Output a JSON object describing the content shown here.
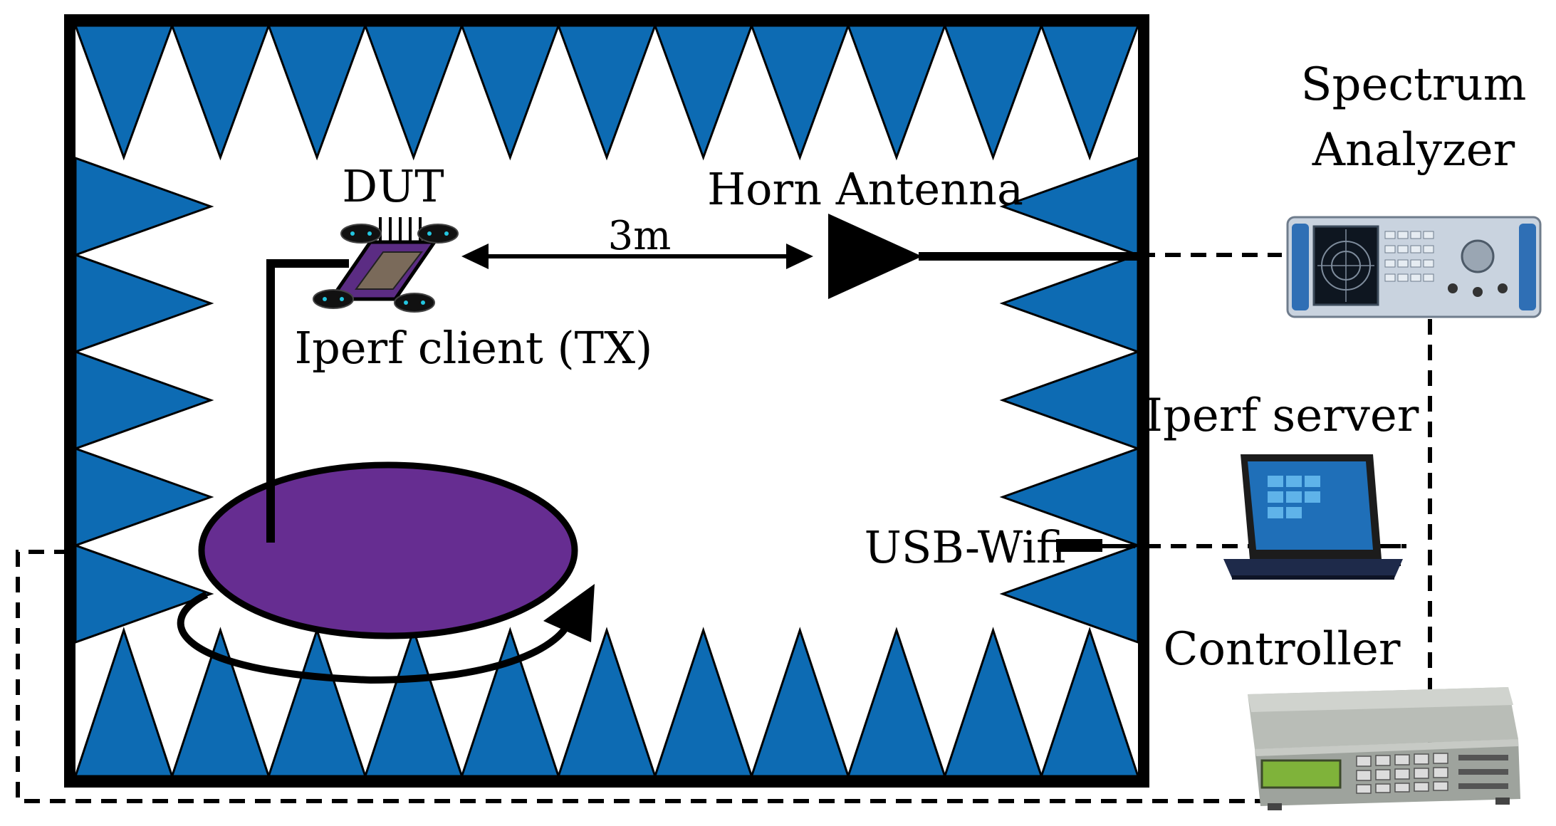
{
  "labels": {
    "spectrum_line1": "Spectrum",
    "spectrum_line2": "Analyzer",
    "dut": "DUT",
    "horn_antenna": "Horn Antenna",
    "distance": "3m",
    "iperf_client": "Iperf client (TX)",
    "iperf_server": "Iperf server",
    "usb_wifi": "USB-Wifi",
    "controller": "Controller"
  },
  "colors": {
    "absorber": "#0D6BB3",
    "turntable": "#662D91",
    "dut_body": "#5B2C83",
    "line": "#000000"
  },
  "icons": {
    "spectrum_analyzer": "spectrum-analyzer-icon",
    "laptop": "laptop-icon",
    "controller": "controller-device-icon",
    "drone": "drone-icon",
    "horn": "horn-antenna-icon"
  }
}
